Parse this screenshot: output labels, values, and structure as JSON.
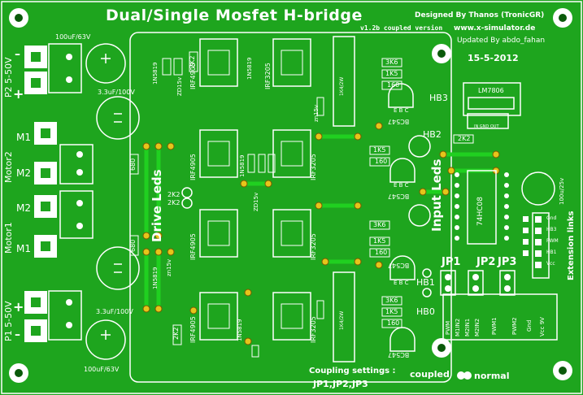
{
  "title": "Dual/Single Mosfet H-bridge",
  "version": "v1.2b coupled version",
  "credits": {
    "designed": "Designed By Thanos (TronicGR)",
    "site": "www.x-simulator.de",
    "updated": "Updated By abdo_fahan",
    "date": "15-5-2012"
  },
  "power": {
    "p2_label": "P2 5-50V",
    "p1_label": "P1 5-50V",
    "minus": "–",
    "plus": "+",
    "cap_top": "100uF/63V",
    "cap_bottom": "100uF/63V",
    "cap_small_top": "3.3uF/100V",
    "cap_small_bottom": "3.3uF/100V"
  },
  "motors": {
    "m1": "M1",
    "m2": "M2",
    "motor2": "Motor2",
    "motor1": "Motor1"
  },
  "components": {
    "d1": "1N5819",
    "zd1": "ZD15v",
    "r2k2": "2K2",
    "irf4905": "IRF4905",
    "irf3205": "IRF3205",
    "r680": "680",
    "r3k6": "3K6",
    "r1k5": "1K5",
    "r160": "160",
    "bc547": "BC547",
    "ebc": "E B C",
    "lm7806": "LM7806",
    "ic": "74HC08",
    "cap100u25": "100u/25v",
    "ir": "1K4/2W",
    "zn15v": "zn15v",
    "dz": "ZD15v"
  },
  "labels": {
    "drive_leds": "Drive Leds",
    "input_leds": "Input Leds",
    "hb1": "HB1",
    "hb2": "HB2",
    "hb3": "HB3",
    "hb0": "HB0",
    "jp1": "JP1",
    "jp2": "JP2",
    "jp3": "JP3",
    "coupling": "Coupling settings :",
    "jumpers": "JP1,JP2,JP3",
    "coupled": "coupled",
    "normal": "normal",
    "extension": "Extension links",
    "ext_pins": [
      "Gnd",
      "HB3",
      "PWM",
      "HB1",
      "Vcc"
    ],
    "bottom_pins": [
      "PWM",
      "M1IN2",
      "M2IN1",
      "M2IN2",
      "PWM1",
      "PWM2",
      "Gnd",
      "Vcc 9V"
    ],
    "lm_pins": "IN GND OUT"
  },
  "colors": {
    "board": "#1ea51e",
    "silk": "#ffffff",
    "pad": "#e6c51a",
    "trace": "#20d020"
  }
}
